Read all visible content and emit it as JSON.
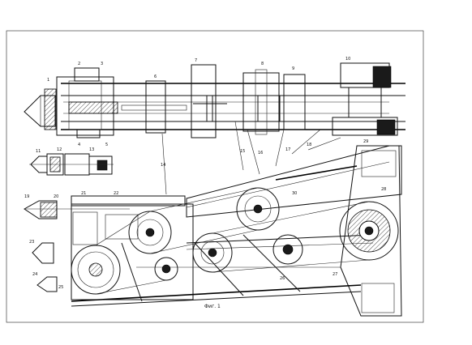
{
  "figure": {
    "caption": "Фиг. 1",
    "reference_numbers": [
      "1",
      "2",
      "3",
      "4",
      "5",
      "6",
      "7",
      "8",
      "9",
      "10",
      "11",
      "12",
      "13",
      "14",
      "15",
      "16",
      "17",
      "18",
      "19",
      "20",
      "21",
      "22",
      "23",
      "24",
      "25",
      "26",
      "27",
      "28",
      "29",
      "30"
    ]
  },
  "colors": {
    "ink": "#111111",
    "paper": "#ffffff"
  }
}
